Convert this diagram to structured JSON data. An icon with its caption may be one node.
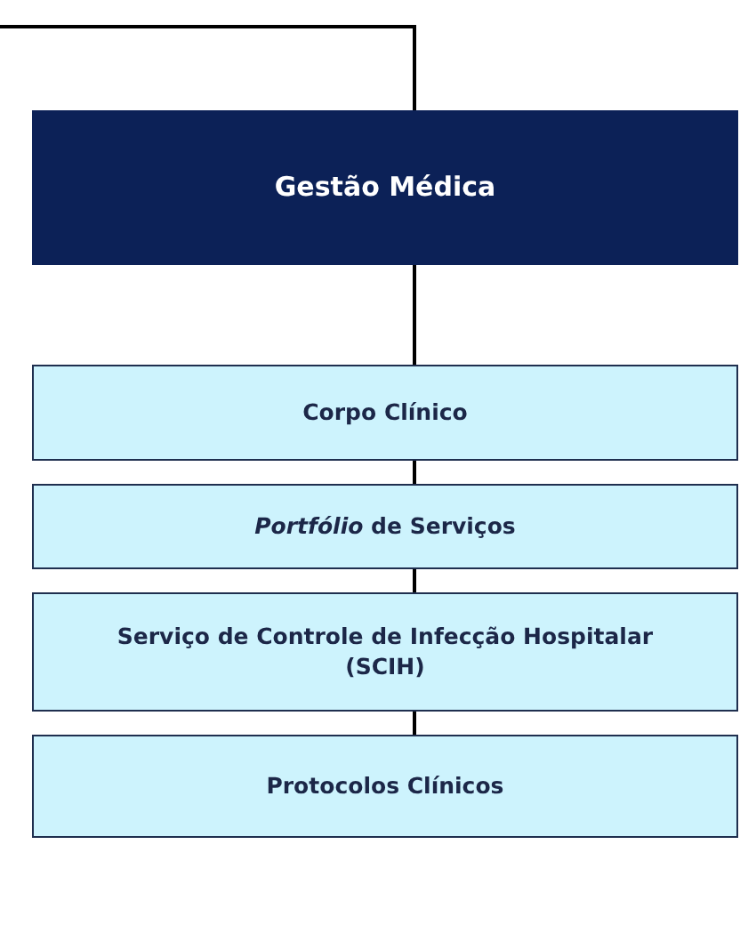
{
  "diagram": {
    "nodes": [
      {
        "text": [
          "Gestão Médica"
        ]
      },
      {
        "text": [
          "Corpo Clínico"
        ]
      },
      {
        "text": [
          "*Portfólio* de Serviços"
        ]
      },
      {
        "text": [
          "Serviço de Controle de Infecção Hospitalar (SCIH)"
        ]
      },
      {
        "text": [
          "Protocolos Clínicos"
        ]
      }
    ],
    "edges": [
      {
        "from": null,
        "to": 0,
        "arrow": "none"
      },
      {
        "from": 0,
        "to": 1,
        "arrow": "none"
      },
      {
        "from": 1,
        "to": 2,
        "arrow": "none"
      },
      {
        "from": 2,
        "to": 3,
        "arrow": "none"
      },
      {
        "from": 3,
        "to": 4,
        "arrow": "none"
      }
    ]
  }
}
